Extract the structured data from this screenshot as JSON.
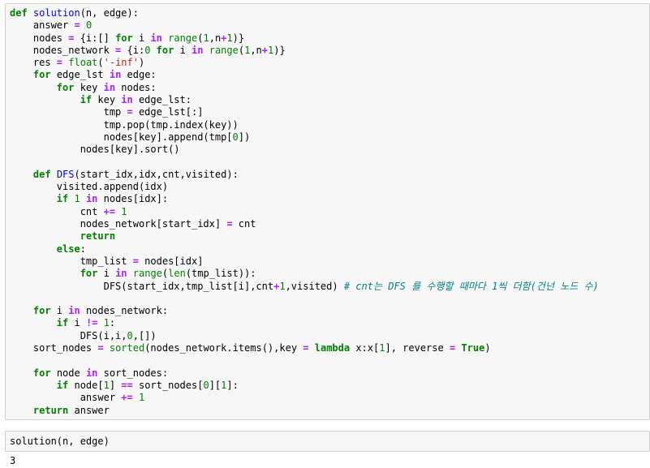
{
  "code_cell": {
    "lines": [
      [
        [
          "kw",
          "def "
        ],
        [
          "fn",
          "solution"
        ],
        [
          "tx",
          "(n, edge):"
        ]
      ],
      [
        [
          "tx",
          "    answer "
        ],
        [
          "op",
          "="
        ],
        [
          "tx",
          " "
        ],
        [
          "num",
          "0"
        ]
      ],
      [
        [
          "tx",
          "    nodes "
        ],
        [
          "op",
          "="
        ],
        [
          "tx",
          " {i:[] "
        ],
        [
          "kw",
          "for"
        ],
        [
          "tx",
          " i "
        ],
        [
          "op",
          "in"
        ],
        [
          "tx",
          " "
        ],
        [
          "bi",
          "range"
        ],
        [
          "tx",
          "("
        ],
        [
          "num",
          "1"
        ],
        [
          "tx",
          ",n"
        ],
        [
          "op",
          "+"
        ],
        [
          "num",
          "1"
        ],
        [
          "tx",
          ")}"
        ]
      ],
      [
        [
          "tx",
          "    nodes_network "
        ],
        [
          "op",
          "="
        ],
        [
          "tx",
          " {i:"
        ],
        [
          "num",
          "0"
        ],
        [
          "tx",
          " "
        ],
        [
          "kw",
          "for"
        ],
        [
          "tx",
          " i "
        ],
        [
          "op",
          "in"
        ],
        [
          "tx",
          " "
        ],
        [
          "bi",
          "range"
        ],
        [
          "tx",
          "("
        ],
        [
          "num",
          "1"
        ],
        [
          "tx",
          ",n"
        ],
        [
          "op",
          "+"
        ],
        [
          "num",
          "1"
        ],
        [
          "tx",
          ")}"
        ]
      ],
      [
        [
          "tx",
          "    res "
        ],
        [
          "op",
          "="
        ],
        [
          "tx",
          " "
        ],
        [
          "bi",
          "float"
        ],
        [
          "tx",
          "("
        ],
        [
          "str",
          "'-inf'"
        ],
        [
          "tx",
          ")"
        ]
      ],
      [
        [
          "tx",
          "    "
        ],
        [
          "kw",
          "for"
        ],
        [
          "tx",
          " edge_lst "
        ],
        [
          "op",
          "in"
        ],
        [
          "tx",
          " edge:"
        ]
      ],
      [
        [
          "tx",
          "        "
        ],
        [
          "kw",
          "for"
        ],
        [
          "tx",
          " key "
        ],
        [
          "op",
          "in"
        ],
        [
          "tx",
          " nodes:"
        ]
      ],
      [
        [
          "tx",
          "            "
        ],
        [
          "kw",
          "if"
        ],
        [
          "tx",
          " key "
        ],
        [
          "op",
          "in"
        ],
        [
          "tx",
          " edge_lst:"
        ]
      ],
      [
        [
          "tx",
          "                tmp "
        ],
        [
          "op",
          "="
        ],
        [
          "tx",
          " edge_lst[:]"
        ]
      ],
      [
        [
          "tx",
          "                tmp.pop(tmp.index(key))"
        ]
      ],
      [
        [
          "tx",
          "                nodes[key].append(tmp["
        ],
        [
          "num",
          "0"
        ],
        [
          "tx",
          "])"
        ]
      ],
      [
        [
          "tx",
          "            nodes[key].sort()"
        ]
      ],
      [
        [
          "tx",
          ""
        ]
      ],
      [
        [
          "tx",
          "    "
        ],
        [
          "kw",
          "def "
        ],
        [
          "fn",
          "DFS"
        ],
        [
          "tx",
          "(start_idx,idx,cnt,visited):"
        ]
      ],
      [
        [
          "tx",
          "        visited.append(idx)"
        ]
      ],
      [
        [
          "tx",
          "        "
        ],
        [
          "kw",
          "if"
        ],
        [
          "tx",
          " "
        ],
        [
          "num",
          "1"
        ],
        [
          "tx",
          " "
        ],
        [
          "op",
          "in"
        ],
        [
          "tx",
          " nodes[idx]:"
        ]
      ],
      [
        [
          "tx",
          "            cnt "
        ],
        [
          "op",
          "+="
        ],
        [
          "tx",
          " "
        ],
        [
          "num",
          "1"
        ]
      ],
      [
        [
          "tx",
          "            nodes_network[start_idx] "
        ],
        [
          "op",
          "="
        ],
        [
          "tx",
          " cnt"
        ]
      ],
      [
        [
          "tx",
          "            "
        ],
        [
          "kw",
          "return"
        ]
      ],
      [
        [
          "tx",
          "        "
        ],
        [
          "kw",
          "else"
        ],
        [
          "tx",
          ":"
        ]
      ],
      [
        [
          "tx",
          "            tmp_list "
        ],
        [
          "op",
          "="
        ],
        [
          "tx",
          " nodes[idx]"
        ]
      ],
      [
        [
          "tx",
          "            "
        ],
        [
          "kw",
          "for"
        ],
        [
          "tx",
          " i "
        ],
        [
          "op",
          "in"
        ],
        [
          "tx",
          " "
        ],
        [
          "bi",
          "range"
        ],
        [
          "tx",
          "("
        ],
        [
          "bi",
          "len"
        ],
        [
          "tx",
          "(tmp_list)):"
        ]
      ],
      [
        [
          "tx",
          "                DFS(start_idx,tmp_list[i],cnt"
        ],
        [
          "op",
          "+"
        ],
        [
          "num",
          "1"
        ],
        [
          "tx",
          ",visited) "
        ],
        [
          "cm",
          "# cnt는 DFS 를 수행할 때마다 1씩 더함(건넌 노드 수)"
        ]
      ],
      [
        [
          "tx",
          ""
        ]
      ],
      [
        [
          "tx",
          "    "
        ],
        [
          "kw",
          "for"
        ],
        [
          "tx",
          " i "
        ],
        [
          "op",
          "in"
        ],
        [
          "tx",
          " nodes_network:"
        ]
      ],
      [
        [
          "tx",
          "        "
        ],
        [
          "kw",
          "if"
        ],
        [
          "tx",
          " i "
        ],
        [
          "op",
          "!="
        ],
        [
          "tx",
          " "
        ],
        [
          "num",
          "1"
        ],
        [
          "tx",
          ":"
        ]
      ],
      [
        [
          "tx",
          "            DFS(i,i,"
        ],
        [
          "num",
          "0"
        ],
        [
          "tx",
          ",[])"
        ]
      ],
      [
        [
          "tx",
          "    sort_nodes "
        ],
        [
          "op",
          "="
        ],
        [
          "tx",
          " "
        ],
        [
          "bi",
          "sorted"
        ],
        [
          "tx",
          "(nodes_network.items(),key "
        ],
        [
          "op",
          "="
        ],
        [
          "tx",
          " "
        ],
        [
          "kw",
          "lambda"
        ],
        [
          "tx",
          " x:x["
        ],
        [
          "num",
          "1"
        ],
        [
          "tx",
          "], reverse "
        ],
        [
          "op",
          "="
        ],
        [
          "tx",
          " "
        ],
        [
          "kw",
          "True"
        ],
        [
          "tx",
          ")"
        ]
      ],
      [
        [
          "tx",
          ""
        ]
      ],
      [
        [
          "tx",
          "    "
        ],
        [
          "kw",
          "for"
        ],
        [
          "tx",
          " node "
        ],
        [
          "op",
          "in"
        ],
        [
          "tx",
          " sort_nodes:"
        ]
      ],
      [
        [
          "tx",
          "        "
        ],
        [
          "kw",
          "if"
        ],
        [
          "tx",
          " node["
        ],
        [
          "num",
          "1"
        ],
        [
          "tx",
          "] "
        ],
        [
          "op",
          "=="
        ],
        [
          "tx",
          " sort_nodes["
        ],
        [
          "num",
          "0"
        ],
        [
          "tx",
          "]["
        ],
        [
          "num",
          "1"
        ],
        [
          "tx",
          "]:"
        ]
      ],
      [
        [
          "tx",
          "            answer "
        ],
        [
          "op",
          "+="
        ],
        [
          "tx",
          " "
        ],
        [
          "num",
          "1"
        ]
      ],
      [
        [
          "tx",
          "    "
        ],
        [
          "kw",
          "return"
        ],
        [
          "tx",
          " answer"
        ]
      ]
    ]
  },
  "input_cell": {
    "code": "solution(n, edge)"
  },
  "output_cell": {
    "text": "3"
  }
}
